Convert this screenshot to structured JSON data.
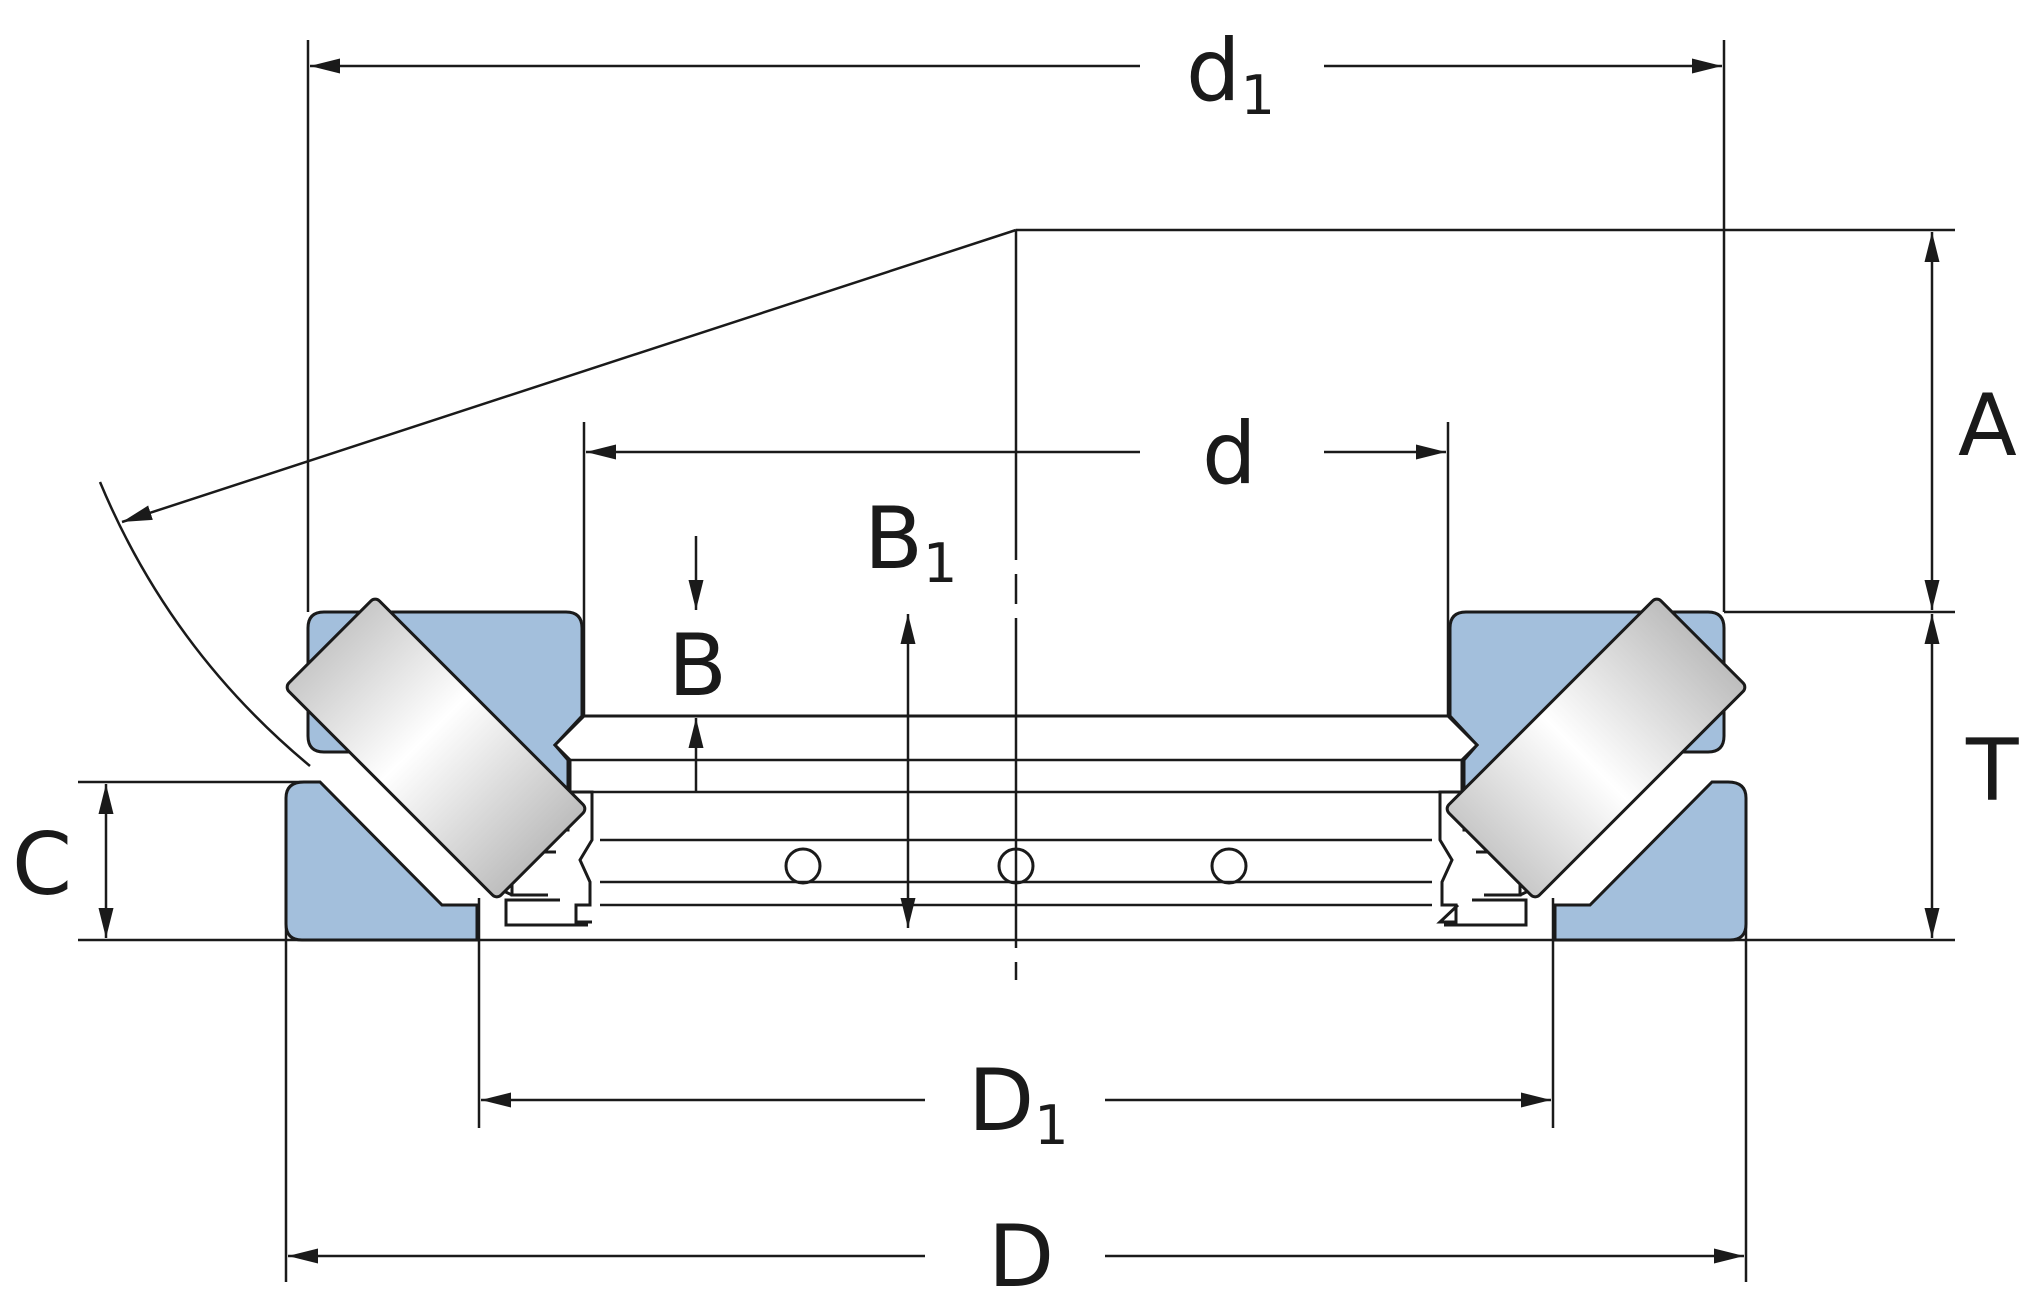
{
  "colors": {
    "ring_fill": "#a3bfdc",
    "line": "#1a1a1a",
    "background": "#ffffff"
  },
  "labels": {
    "d1": {
      "main": "d",
      "sub": "1"
    },
    "d": {
      "main": "d",
      "sub": ""
    },
    "A": {
      "main": "A",
      "sub": ""
    },
    "B1": {
      "main": "B",
      "sub": "1"
    },
    "B": {
      "main": "B",
      "sub": ""
    },
    "T": {
      "main": "T",
      "sub": ""
    },
    "C": {
      "main": "C",
      "sub": ""
    },
    "D1": {
      "main": "D",
      "sub": "1"
    },
    "D": {
      "main": "D",
      "sub": ""
    }
  }
}
